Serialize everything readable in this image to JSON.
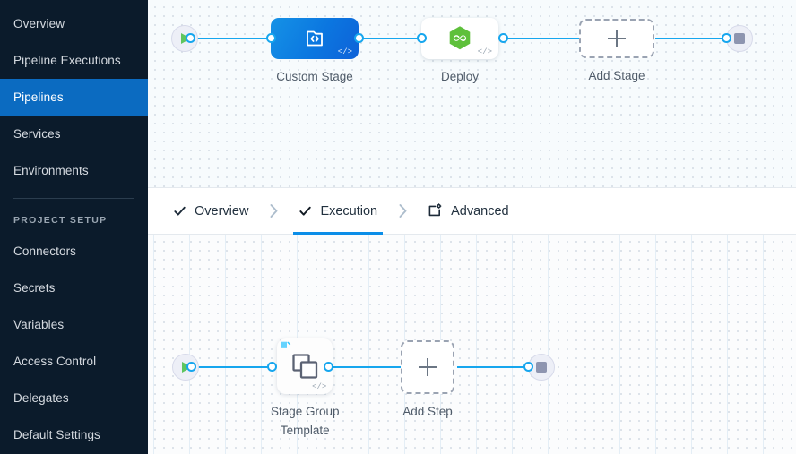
{
  "sidebar": {
    "items": [
      {
        "label": "Overview",
        "active": false
      },
      {
        "label": "Pipeline Executions",
        "active": false
      },
      {
        "label": "Pipelines",
        "active": true
      },
      {
        "label": "Services",
        "active": false
      },
      {
        "label": "Environments",
        "active": false
      }
    ],
    "section_title": "PROJECT SETUP",
    "setup_items": [
      {
        "label": "Connectors"
      },
      {
        "label": "Secrets"
      },
      {
        "label": "Variables"
      },
      {
        "label": "Access Control"
      },
      {
        "label": "Delegates"
      },
      {
        "label": "Default Settings"
      }
    ],
    "colors": {
      "background": "#0b1b2b",
      "active_background": "#0b6bc1",
      "text": "#d5dae0"
    }
  },
  "tabs": {
    "items": [
      {
        "label": "Overview",
        "icon": "check-icon",
        "active": false
      },
      {
        "label": "Execution",
        "icon": "check-icon",
        "active": true
      },
      {
        "label": "Advanced",
        "icon": "advanced-card-gear-icon",
        "active": false
      }
    ],
    "separator_icon": "chevron-right-icon",
    "active_underline_color": "#0b8ee8"
  },
  "stage_graph": {
    "start_node": {
      "icon": "play-icon",
      "name": "pipeline-start"
    },
    "end_node": {
      "icon": "stop-icon",
      "name": "pipeline-end"
    },
    "nodes": [
      {
        "label": "Custom Stage",
        "icon": "custom-stage-code-icon",
        "badge": "</>",
        "type": "custom"
      },
      {
        "label": "Deploy",
        "icon": "deploy-infinity-icon",
        "badge": "</>",
        "type": "deploy"
      },
      {
        "label": "Add Stage",
        "icon": "plus-icon",
        "type": "add"
      }
    ]
  },
  "step_graph": {
    "start_node": {
      "icon": "play-icon",
      "name": "execution-start"
    },
    "end_node": {
      "icon": "stop-icon",
      "name": "execution-end"
    },
    "nodes": [
      {
        "label_line1": "Stage Group",
        "label_line2": "Template",
        "icon": "stage-group-template-icon",
        "badge": "</>",
        "type": "template"
      },
      {
        "label": "Add Step",
        "icon": "plus-icon",
        "type": "add"
      }
    ]
  },
  "colors": {
    "edge": "#16a6ee",
    "accent": "#0b8ee8",
    "deploy_green": "#5ec03b",
    "canvas": "#f7fbfd"
  }
}
